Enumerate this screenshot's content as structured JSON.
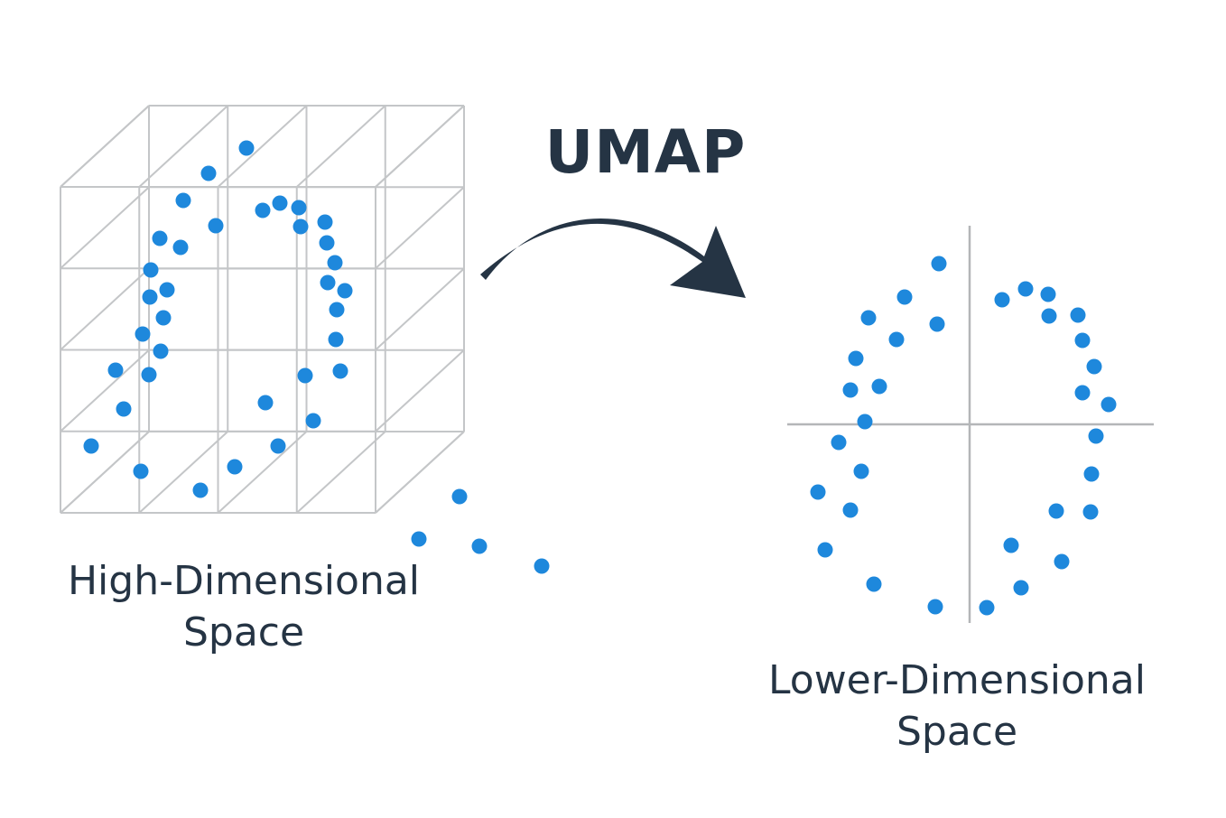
{
  "title": "UMAP",
  "high_dimensional": {
    "label_line1": "High-Dimensional",
    "label_line2": "Space"
  },
  "lower_dimensional": {
    "label_line1": "Lower-Dimensional",
    "label_line2": "Space"
  },
  "colors": {
    "point": "#1e88dc",
    "arrow": "#253444",
    "text": "#253444",
    "grid": "#c4c6c8",
    "axis": "#b4b6b8"
  }
}
